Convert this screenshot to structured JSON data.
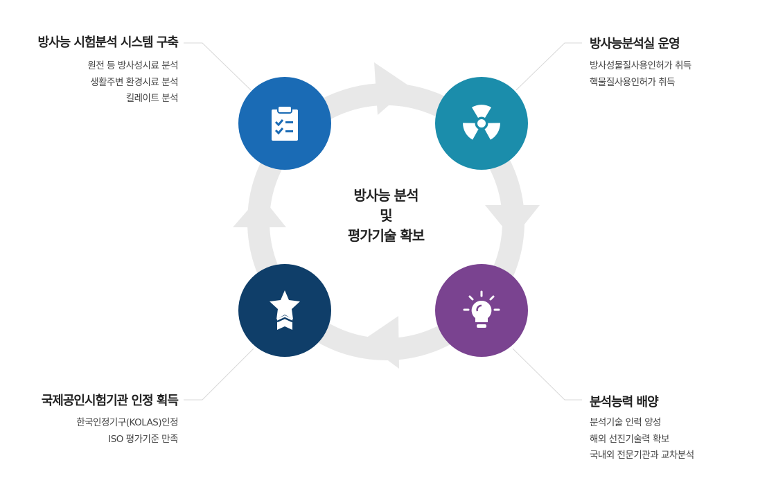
{
  "center": {
    "line1": "방사능 분석",
    "line2": "및",
    "line3": "평가기술 확보"
  },
  "nodes": [
    {
      "title": "방사능 시험분석 시스템 구축",
      "items": [
        "원전 등 방사성시료 분석",
        "생활주변 환경시료 분석",
        "킬레이트 분석"
      ],
      "icon": "clipboard-check-icon",
      "color": "#1a6bb5"
    },
    {
      "title": "방사능분석실 운영",
      "items": [
        "방사성물질사용인허가 취득",
        "핵물질사용인허가 취득"
      ],
      "icon": "radiation-icon",
      "color": "#1b8dab"
    },
    {
      "title": "국제공인시험기관 인정 획득",
      "items": [
        "한국인정기구(KOLAS)인정",
        "ISO 평가기준 만족"
      ],
      "icon": "star-award-icon",
      "color": "#0f3e69"
    },
    {
      "title": "분석능력 배양",
      "items": [
        "분석기술 인력 양성",
        "해외 선진기술력 확보",
        "국내외 전문기관과 교차분석"
      ],
      "icon": "lightbulb-icon",
      "color": "#7a4390"
    }
  ],
  "colors": {
    "ring": "#e8e8e8",
    "connector": "#d8d8d8"
  }
}
